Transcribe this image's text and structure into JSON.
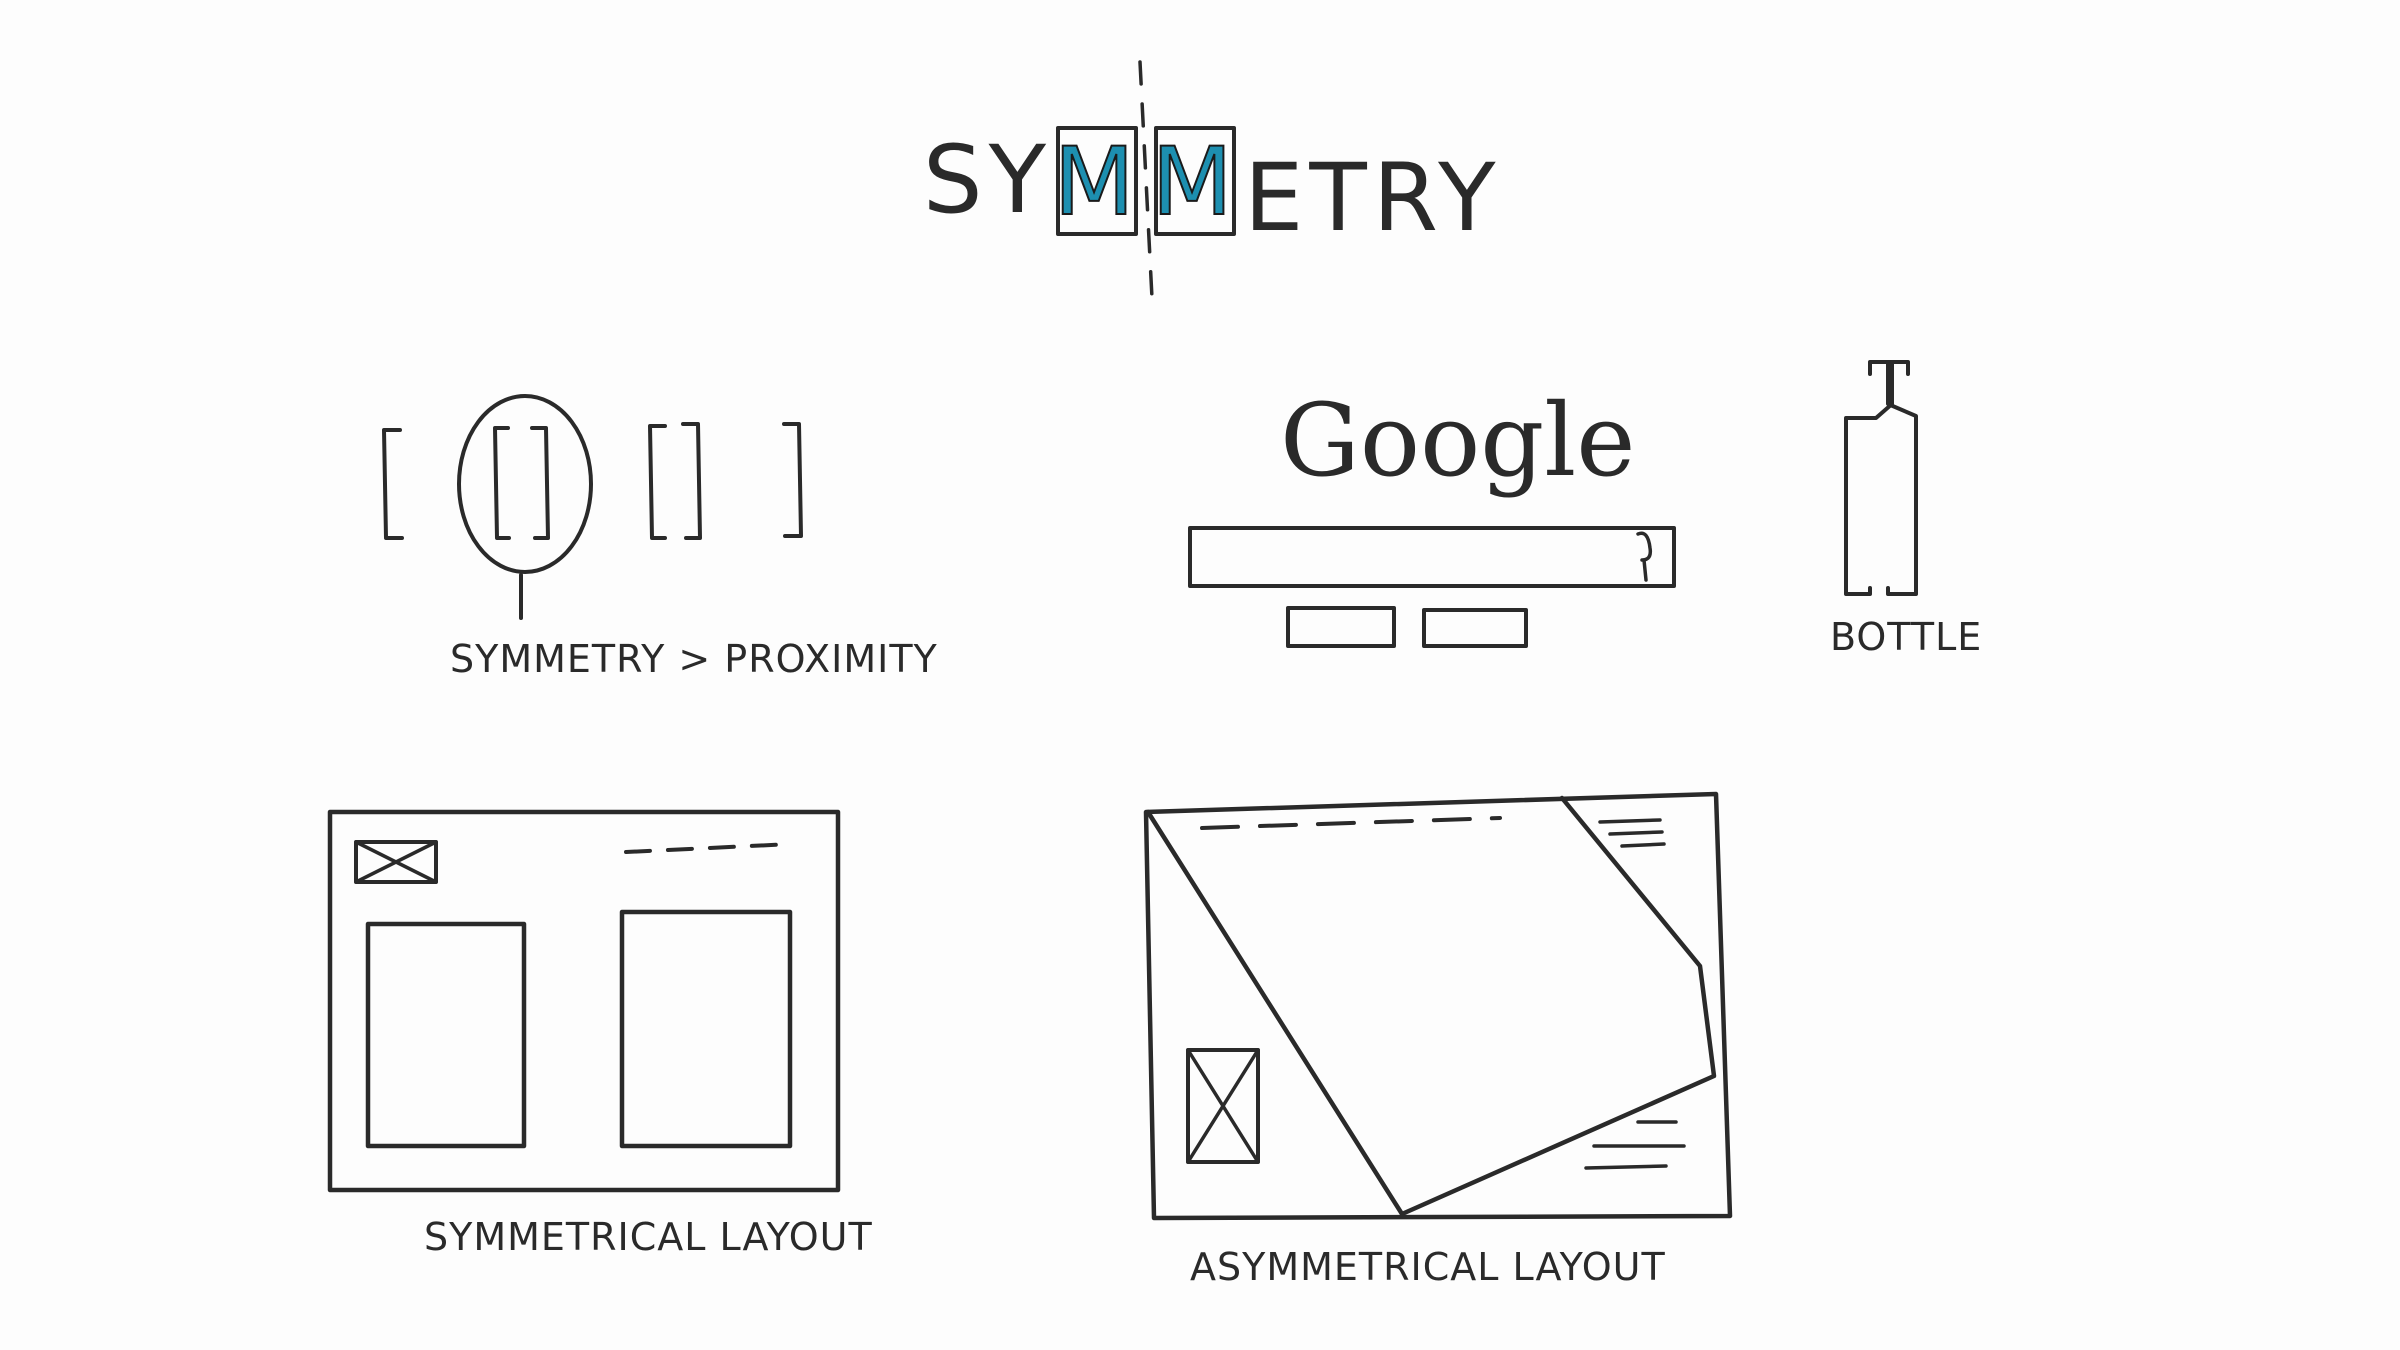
{
  "title": {
    "left_text": "SY",
    "mirror_letter_left": "M",
    "mirror_letter_right": "M",
    "right_text": "ETRY",
    "accent_color": "#1d8fb0"
  },
  "proximity": {
    "caption": "SYMMETRY > PROXIMITY"
  },
  "google": {
    "logo_text": "Google",
    "search_icon": "mic-icon"
  },
  "bottle": {
    "caption": "BOTTLE"
  },
  "symmetrical_layout": {
    "caption": "SYMMETRICAL LAYOUT",
    "image_icon": "image-placeholder-icon"
  },
  "asymmetrical_layout": {
    "caption": "ASYMMETRICAL LAYOUT",
    "image_icon": "image-placeholder-icon"
  }
}
